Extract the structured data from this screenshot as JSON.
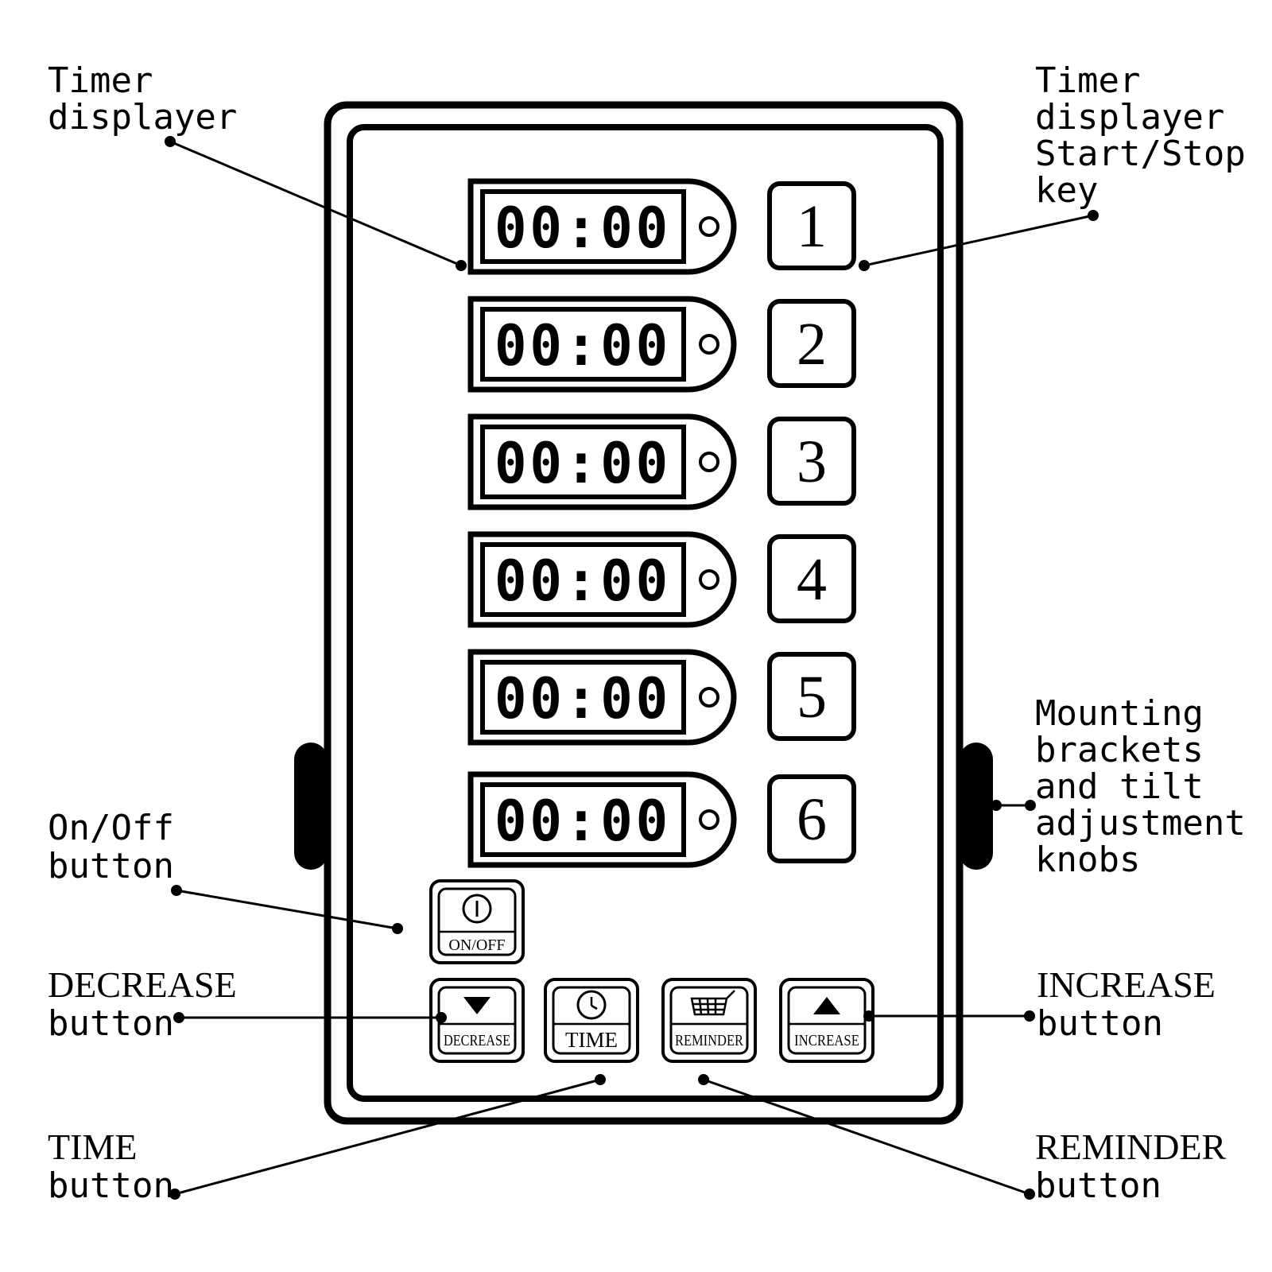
{
  "callouts": {
    "timer_displayer": [
      "Timer",
      "displayer"
    ],
    "start_stop_key": [
      "Timer",
      "displayer",
      "Start/Stop",
      "key"
    ],
    "mounting": [
      "Mounting",
      "brackets",
      "and tilt",
      "adjustment",
      "knobs"
    ],
    "on_off": [
      "On/Off",
      "button"
    ],
    "decrease": [
      "DECREASE",
      "button"
    ],
    "increase": [
      "INCREASE",
      "button"
    ],
    "time": [
      "TIME",
      "button"
    ],
    "reminder": [
      "REMINDER",
      "button"
    ]
  },
  "timers": [
    {
      "display": "00:00",
      "key": "1"
    },
    {
      "display": "00:00",
      "key": "2"
    },
    {
      "display": "00:00",
      "key": "3"
    },
    {
      "display": "00:00",
      "key": "4"
    },
    {
      "display": "00:00",
      "key": "5"
    },
    {
      "display": "00:00",
      "key": "6"
    }
  ],
  "buttons": {
    "on_off": "ON/OFF",
    "decrease": "DECREASE",
    "time": "TIME",
    "reminder": "REMINDER",
    "increase": "INCREASE"
  },
  "icons": {
    "on_off": "power-icon",
    "decrease": "down-triangle-icon",
    "time": "clock-icon",
    "reminder": "basket-icon",
    "increase": "up-triangle-icon"
  }
}
